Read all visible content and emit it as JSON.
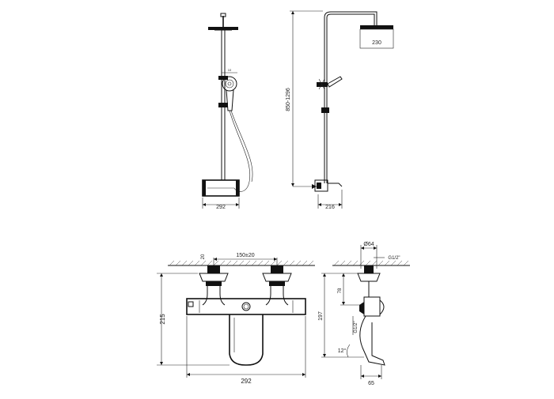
{
  "dimensions": {
    "front_width": "292",
    "side_width": "216",
    "height_range": "850-1296",
    "head_diameter": "230",
    "small_label": "10",
    "spacing": "150±20",
    "spacing_left": "20",
    "mixer_width": "292",
    "mixer_height": "215",
    "outlet_height": "197",
    "diameter": "Ø64",
    "thread_top": "G1/2\"",
    "depth_78": "78",
    "thread_side": "G1/2\"",
    "angle": "12°",
    "depth_65": "65"
  }
}
